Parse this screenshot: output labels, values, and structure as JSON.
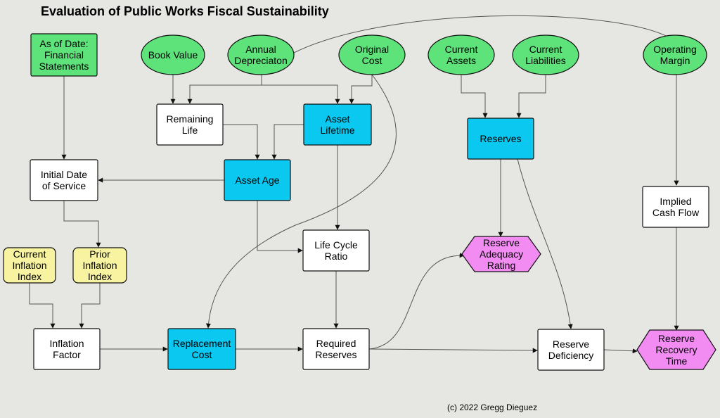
{
  "title": "Evaluation of Public Works Fiscal Sustainability",
  "credit": "(c) 2022 Gregg Dieguez",
  "colors": {
    "background": "#e6e6e2",
    "input_green": "#5ee37a",
    "computed_blue": "#0ac8f0",
    "index_yellow": "#f7f3a0",
    "output_pink": "#f28cf2",
    "plain_white": "#ffffff",
    "edge": "#555555"
  },
  "nodes": {
    "as_of_date": {
      "label": [
        "As of Date:",
        "Financial",
        "Statements"
      ],
      "kind": "input"
    },
    "book_value": {
      "label": [
        "Book Value"
      ],
      "kind": "input"
    },
    "annual_depreciation": {
      "label": [
        "Annual",
        "Depreciaton"
      ],
      "kind": "input"
    },
    "original_cost": {
      "label": [
        "Original",
        "Cost"
      ],
      "kind": "input"
    },
    "current_assets": {
      "label": [
        "Current",
        "Assets"
      ],
      "kind": "input"
    },
    "current_liabilities": {
      "label": [
        "Current",
        "Liabilities"
      ],
      "kind": "input"
    },
    "operating_margin": {
      "label": [
        "Operating",
        "Margin"
      ],
      "kind": "input"
    },
    "remaining_life": {
      "label": [
        "Remaining",
        "Life"
      ],
      "kind": "plain"
    },
    "asset_lifetime": {
      "label": [
        "Asset",
        "Lifetime"
      ],
      "kind": "computed"
    },
    "reserves": {
      "label": [
        "Reserves"
      ],
      "kind": "computed"
    },
    "initial_date": {
      "label": [
        "Initial Date",
        "of Service"
      ],
      "kind": "plain"
    },
    "asset_age": {
      "label": [
        "Asset Age"
      ],
      "kind": "computed"
    },
    "implied_cash_flow": {
      "label": [
        "Implied",
        "Cash Flow"
      ],
      "kind": "plain"
    },
    "current_inflation": {
      "label": [
        "Current",
        "Inflation",
        "Index"
      ],
      "kind": "index"
    },
    "prior_inflation": {
      "label": [
        "Prior",
        "Inflation",
        "Index"
      ],
      "kind": "index"
    },
    "life_cycle_ratio": {
      "label": [
        "Life Cycle",
        "Ratio"
      ],
      "kind": "plain"
    },
    "reserve_adequacy": {
      "label": [
        "Reserve",
        "Adequacy",
        "Rating"
      ],
      "kind": "output"
    },
    "inflation_factor": {
      "label": [
        "Inflation",
        "Factor"
      ],
      "kind": "plain"
    },
    "replacement_cost": {
      "label": [
        "Replacement",
        "Cost"
      ],
      "kind": "computed"
    },
    "required_reserves": {
      "label": [
        "Required",
        "Reserves"
      ],
      "kind": "plain"
    },
    "reserve_deficiency": {
      "label": [
        "Reserve",
        "Deficiency"
      ],
      "kind": "plain"
    },
    "reserve_recovery": {
      "label": [
        "Reserve",
        "Recovery",
        "Time"
      ],
      "kind": "output"
    }
  },
  "edges": [
    {
      "from": "as_of_date",
      "to": "initial_date"
    },
    {
      "from": "book_value",
      "to": "remaining_life"
    },
    {
      "from": "annual_depreciation",
      "to": "remaining_life"
    },
    {
      "from": "annual_depreciation",
      "to": "asset_lifetime"
    },
    {
      "from": "annual_depreciation",
      "to": "implied_cash_flow"
    },
    {
      "from": "original_cost",
      "to": "asset_lifetime"
    },
    {
      "from": "original_cost",
      "to": "replacement_cost"
    },
    {
      "from": "current_assets",
      "to": "reserves"
    },
    {
      "from": "current_liabilities",
      "to": "reserves"
    },
    {
      "from": "operating_margin",
      "to": "implied_cash_flow"
    },
    {
      "from": "remaining_life",
      "to": "asset_age"
    },
    {
      "from": "asset_lifetime",
      "to": "asset_age"
    },
    {
      "from": "asset_lifetime",
      "to": "life_cycle_ratio"
    },
    {
      "from": "asset_age",
      "to": "initial_date"
    },
    {
      "from": "asset_age",
      "to": "life_cycle_ratio"
    },
    {
      "from": "initial_date",
      "to": "prior_inflation"
    },
    {
      "from": "current_inflation",
      "to": "inflation_factor"
    },
    {
      "from": "prior_inflation",
      "to": "inflation_factor"
    },
    {
      "from": "inflation_factor",
      "to": "replacement_cost"
    },
    {
      "from": "replacement_cost",
      "to": "required_reserves"
    },
    {
      "from": "life_cycle_ratio",
      "to": "required_reserves"
    },
    {
      "from": "required_reserves",
      "to": "reserve_adequacy"
    },
    {
      "from": "required_reserves",
      "to": "reserve_deficiency"
    },
    {
      "from": "reserves",
      "to": "reserve_adequacy"
    },
    {
      "from": "reserves",
      "to": "reserve_deficiency"
    },
    {
      "from": "implied_cash_flow",
      "to": "reserve_recovery"
    },
    {
      "from": "reserve_deficiency",
      "to": "reserve_recovery"
    }
  ]
}
